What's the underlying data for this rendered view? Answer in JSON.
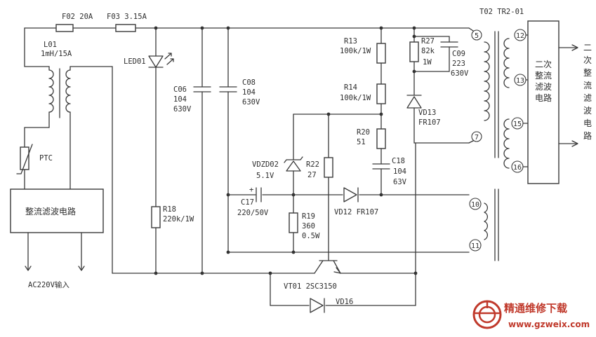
{
  "components": {
    "fuse_f02": "F02 20A",
    "fuse_f03": "F03 3.15A",
    "l01_name": "L01",
    "l01_value": "1mH/15A",
    "ptc": "PTC",
    "input_rectifier": "整流滤波电路",
    "ac_input": "AC220V输入",
    "led01": "LED01",
    "c06_name": "C06",
    "c06_value": "104",
    "c06_voltage": "630V",
    "c08_name": "C08",
    "c08_value": "104",
    "c08_voltage": "630V",
    "r18_name": "R18",
    "r18_value": "220k/1W",
    "r13_name": "R13",
    "r13_value": "100k/1W",
    "r14_name": "R14",
    "r14_value": "100k/1W",
    "r20_name": "R20",
    "r20_value": "51",
    "c18_name": "C18",
    "c18_value": "104",
    "c18_voltage": "63V",
    "r27_name": "R27",
    "r27_value": "82k",
    "r27_power": "1W",
    "c09_name": "C09",
    "c09_value": "223",
    "c09_voltage": "630V",
    "vd13_name": "VD13",
    "vd13_part": "FR107",
    "vdzd02_name": "VDZD02",
    "vdzd02_value": "5.1V",
    "r22_name": "R22",
    "r22_value": "27",
    "c17_name": "C17",
    "c17_value": "220/50V",
    "vd12": "VD12 FR107",
    "r19_name": "R19",
    "r19_value": "360",
    "r19_power": "0.5W",
    "vt01": "VT01 2SC3150",
    "vd16": "VD16",
    "transformer": "T02 TR2-01",
    "secondary_box": "二次整流滤波电路",
    "secondary_out": "二次整流滤波电路"
  },
  "pins": {
    "p5": "5",
    "p7": "7",
    "p10": "10",
    "p11": "11",
    "p12": "12",
    "p13": "13",
    "p15": "15",
    "p16": "16"
  },
  "watermark": {
    "name": "精通维修下载",
    "url": "www.gzweix.com",
    "color": "#c0392b"
  }
}
